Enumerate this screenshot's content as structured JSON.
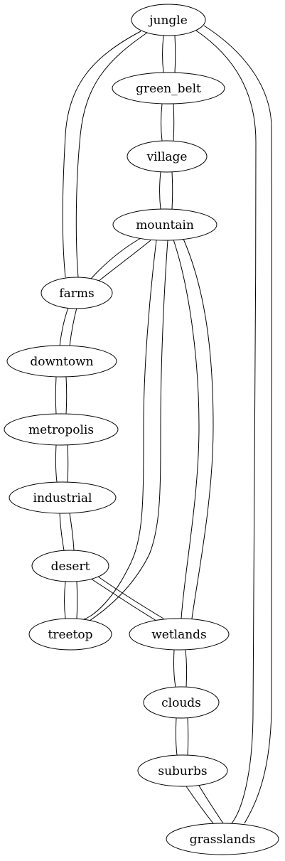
{
  "graph": {
    "nodes": [
      {
        "id": "jungle",
        "label": "jungle"
      },
      {
        "id": "green_belt",
        "label": "green_belt"
      },
      {
        "id": "village",
        "label": "village"
      },
      {
        "id": "mountain",
        "label": "mountain"
      },
      {
        "id": "farms",
        "label": "farms"
      },
      {
        "id": "downtown",
        "label": "downtown"
      },
      {
        "id": "metropolis",
        "label": "metropolis"
      },
      {
        "id": "industrial",
        "label": "industrial"
      },
      {
        "id": "desert",
        "label": "desert"
      },
      {
        "id": "treetop",
        "label": "treetop"
      },
      {
        "id": "wetlands",
        "label": "wetlands"
      },
      {
        "id": "clouds",
        "label": "clouds"
      },
      {
        "id": "suburbs",
        "label": "suburbs"
      },
      {
        "id": "grasslands",
        "label": "grasslands"
      }
    ],
    "edges": [
      {
        "source": "jungle",
        "target": "green_belt"
      },
      {
        "source": "green_belt",
        "target": "jungle"
      },
      {
        "source": "jungle",
        "target": "farms"
      },
      {
        "source": "farms",
        "target": "jungle"
      },
      {
        "source": "jungle",
        "target": "grasslands"
      },
      {
        "source": "grasslands",
        "target": "jungle"
      },
      {
        "source": "green_belt",
        "target": "village"
      },
      {
        "source": "village",
        "target": "green_belt"
      },
      {
        "source": "village",
        "target": "mountain"
      },
      {
        "source": "mountain",
        "target": "village"
      },
      {
        "source": "mountain",
        "target": "farms"
      },
      {
        "source": "farms",
        "target": "mountain"
      },
      {
        "source": "mountain",
        "target": "treetop"
      },
      {
        "source": "treetop",
        "target": "mountain"
      },
      {
        "source": "mountain",
        "target": "wetlands"
      },
      {
        "source": "wetlands",
        "target": "mountain"
      },
      {
        "source": "farms",
        "target": "downtown"
      },
      {
        "source": "downtown",
        "target": "farms"
      },
      {
        "source": "downtown",
        "target": "metropolis"
      },
      {
        "source": "metropolis",
        "target": "downtown"
      },
      {
        "source": "metropolis",
        "target": "industrial"
      },
      {
        "source": "industrial",
        "target": "metropolis"
      },
      {
        "source": "industrial",
        "target": "desert"
      },
      {
        "source": "desert",
        "target": "industrial"
      },
      {
        "source": "desert",
        "target": "treetop"
      },
      {
        "source": "treetop",
        "target": "desert"
      },
      {
        "source": "desert",
        "target": "wetlands"
      },
      {
        "source": "wetlands",
        "target": "desert"
      },
      {
        "source": "wetlands",
        "target": "clouds"
      },
      {
        "source": "clouds",
        "target": "wetlands"
      },
      {
        "source": "clouds",
        "target": "suburbs"
      },
      {
        "source": "suburbs",
        "target": "clouds"
      },
      {
        "source": "suburbs",
        "target": "grasslands"
      },
      {
        "source": "grasslands",
        "target": "suburbs"
      }
    ]
  },
  "colors": {
    "stroke": "#000000",
    "fill": "#ffffff",
    "background": "#ffffff"
  }
}
